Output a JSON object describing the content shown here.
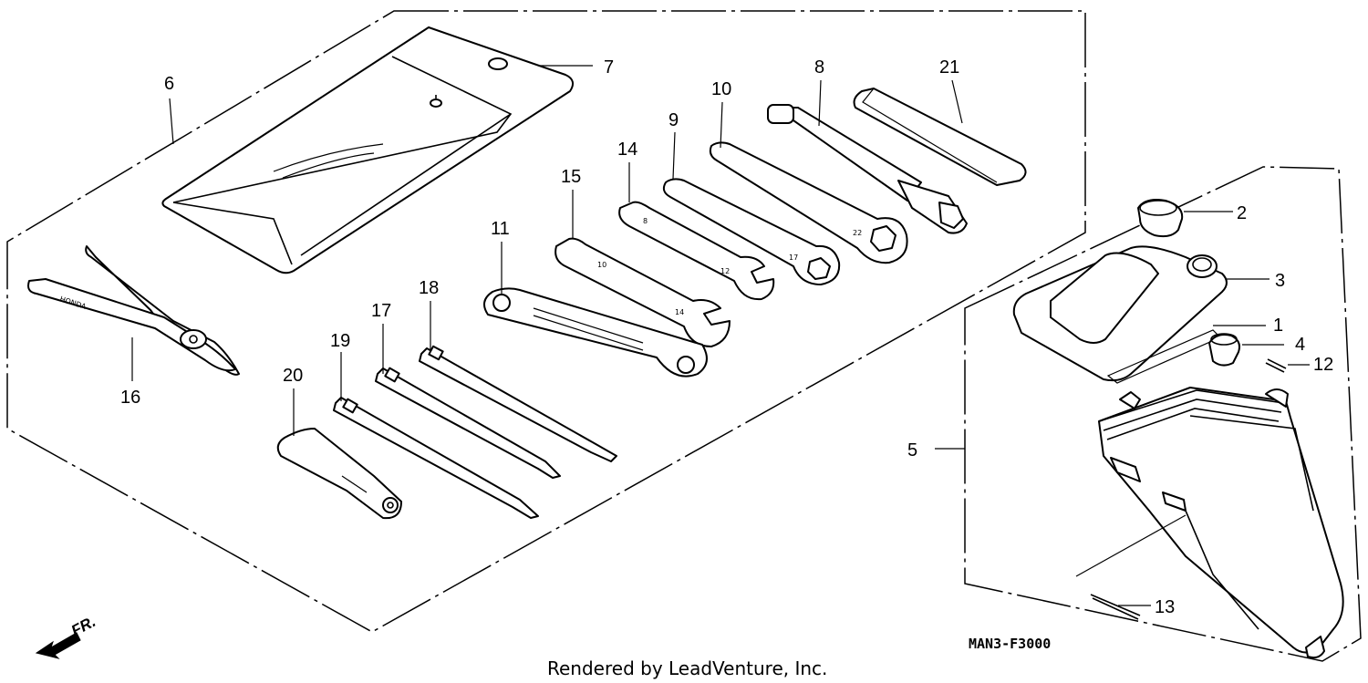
{
  "callouts": {
    "c1": "1",
    "c2": "2",
    "c3": "3",
    "c4": "4",
    "c5": "5",
    "c6": "6",
    "c7": "7",
    "c8": "8",
    "c9": "9",
    "c10": "10",
    "c11": "11",
    "c12": "12",
    "c13": "13",
    "c14": "14",
    "c15": "15",
    "c16": "16",
    "c17": "17",
    "c18": "18",
    "c19": "19",
    "c20": "20",
    "c21": "21"
  },
  "wrench_stamps": {
    "w14_a": "8",
    "w14_b": "12",
    "w15_a": "10",
    "w15_b": "14",
    "w9": "17",
    "w10": "22",
    "pliers": "HONDA"
  },
  "direction_label": "FR.",
  "diagram_code": "MAN3-F3000",
  "credit": "Rendered by LeadVenture, Inc."
}
